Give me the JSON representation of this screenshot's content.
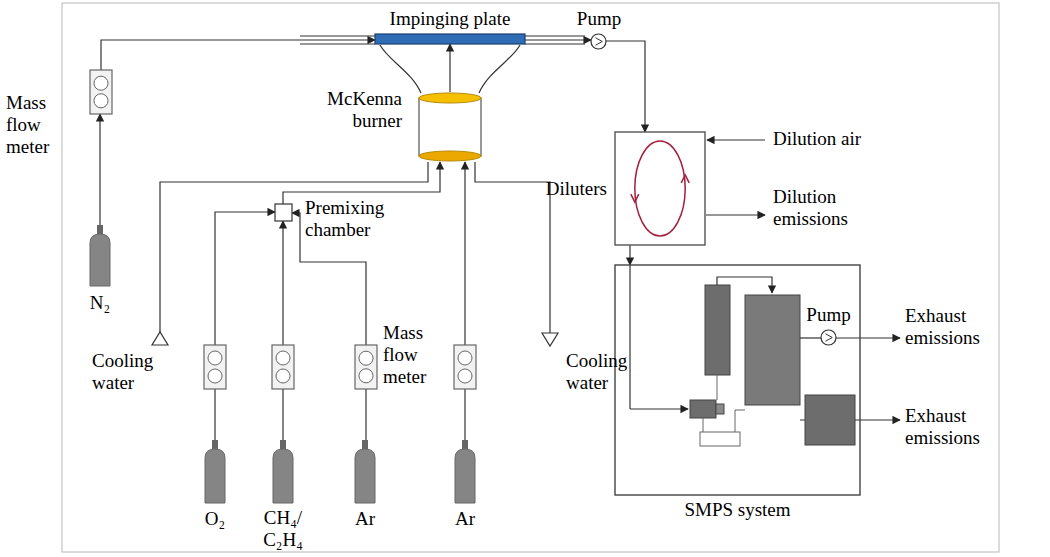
{
  "diagram": {
    "nodes": [
      {
        "text": [
          "Impinging plate"
        ]
      },
      {
        "text": [
          "Pump"
        ]
      },
      {
        "text": [
          "Mass flow meter"
        ]
      },
      {
        "text": [
          "McKenna burner"
        ]
      },
      {
        "text": [
          "Diluters"
        ]
      },
      {
        "text": [
          "Premixing chamber"
        ]
      },
      {
        "text": [
          "N₂"
        ]
      },
      {
        "text": [
          "Mass flow meter"
        ]
      },
      {
        "text": [
          "SMPS system"
        ]
      },
      {
        "text": [
          "Pump"
        ],
        "in": 8
      },
      {
        "text": [
          "O₂"
        ]
      },
      {
        "text": [
          "CH₄/ C₂H₄"
        ]
      },
      {
        "text": [
          "Ar"
        ]
      },
      {
        "text": [
          "Ar"
        ]
      }
    ],
    "edges": [
      {
        "from": 6,
        "to": 2,
        "arrow": "to"
      },
      {
        "from": 2,
        "to": 0,
        "arrow": "to"
      },
      {
        "from": 0,
        "to": 1,
        "arrow": "to"
      },
      {
        "from": 1,
        "to": 4,
        "arrow": "to"
      },
      {
        "from": 4,
        "to": 8,
        "arrow": "to"
      },
      {
        "from": 5,
        "to": 3,
        "arrow": "to"
      },
      {
        "from": 10,
        "to": 5,
        "arrow": "to"
      },
      {
        "from": 11,
        "to": 5,
        "arrow": "to"
      },
      {
        "from": 12,
        "to": 7,
        "arrow": "none"
      },
      {
        "from": 7,
        "to": 5,
        "arrow": "to"
      },
      {
        "from": 13,
        "to": 3,
        "arrow": "to"
      },
      {
        "from": 3,
        "to": 0,
        "arrow": "to"
      }
    ],
    "labels": [
      "Cooling water",
      "Cooling water",
      "Dilution air",
      "Dilution emissions",
      "Exhaust emissions",
      "Exhaust emissions"
    ]
  }
}
